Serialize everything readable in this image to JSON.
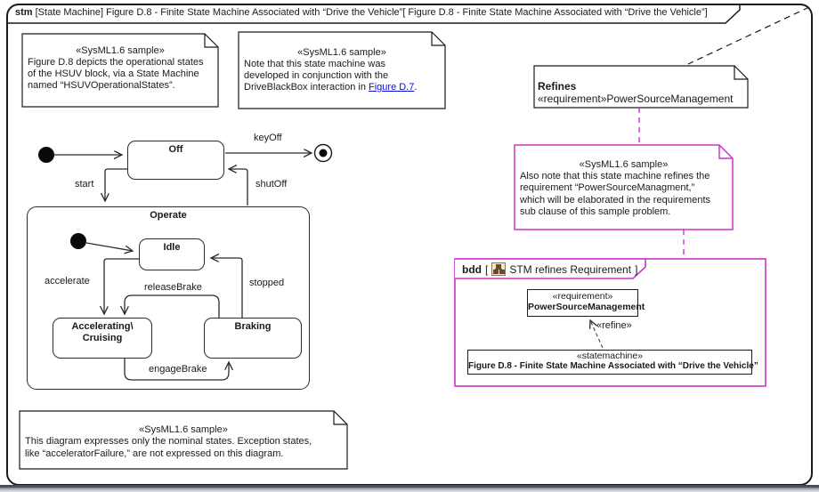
{
  "frame": {
    "keyword": "stm",
    "title": "[State Machine] Figure D.8 - Finite State Machine Associated with “Drive the Vehicle”[ Figure D.8 - Finite State Machine Associated with “Drive the Vehicle”]"
  },
  "notes": {
    "purpose": {
      "stereotype": "«SysML1.6 sample»",
      "lines": [
        "Figure D.8 depicts the operational states",
        "of the HSUV block, via a State Machine",
        "named “HSUVOperationalStates”."
      ]
    },
    "conjunction": {
      "stereotype": "«SysML1.6 sample»",
      "lines": [
        "Note that this state machine was",
        "developed in conjunction with the",
        "DriveBlackBox interaction in "
      ],
      "link": "Figure D.7",
      "after_link": "."
    },
    "refines": {
      "title": "Refines",
      "body": "«requirement»PowerSourceManagement"
    },
    "refinement": {
      "stereotype": "«SysML1.6 sample»",
      "lines": [
        "Also note that this state machine refines the",
        "requirement “PowerSourceManagment,”",
        "which will be elaborated in the requirements",
        "sub clause of this sample problem."
      ]
    },
    "nominal": {
      "stereotype": "«SysML1.6 sample»",
      "lines": [
        "This diagram expresses only the nominal states. Exception states,",
        "like “acceleratorFailure,” are not expressed on this diagram."
      ]
    }
  },
  "states": {
    "off": "Off",
    "operate": "Operate",
    "idle": "Idle",
    "accelerating_line1": "Accelerating\\",
    "accelerating_line2": "Cruising",
    "braking": "Braking"
  },
  "transitions": {
    "keyOff": "keyOff",
    "start": "start",
    "shutOff": "shutOff",
    "accelerate": "accelerate",
    "releaseBrake": "releaseBrake",
    "stopped": "stopped",
    "engageBrake": "engageBrake"
  },
  "bdd": {
    "keyword": "bdd",
    "bracket_open": "[",
    "title": "STM refines Requirement",
    "bracket_close": "]",
    "diagram_icon": "hierarchy-diagram-icon",
    "requirement": {
      "stereotype": "«requirement»",
      "name": "PowerSourceManagement"
    },
    "statemachine": {
      "stereotype": "«statemachine»",
      "name": "Figure D.8 - Finite State Machine Associated with “Drive the Vehicle”"
    },
    "refine_label": "«refine»"
  },
  "colors": {
    "magenta_accent": "#CC33CC",
    "link_blue": "#0B0BDD",
    "diagram_ink": "#1A1A1A"
  }
}
